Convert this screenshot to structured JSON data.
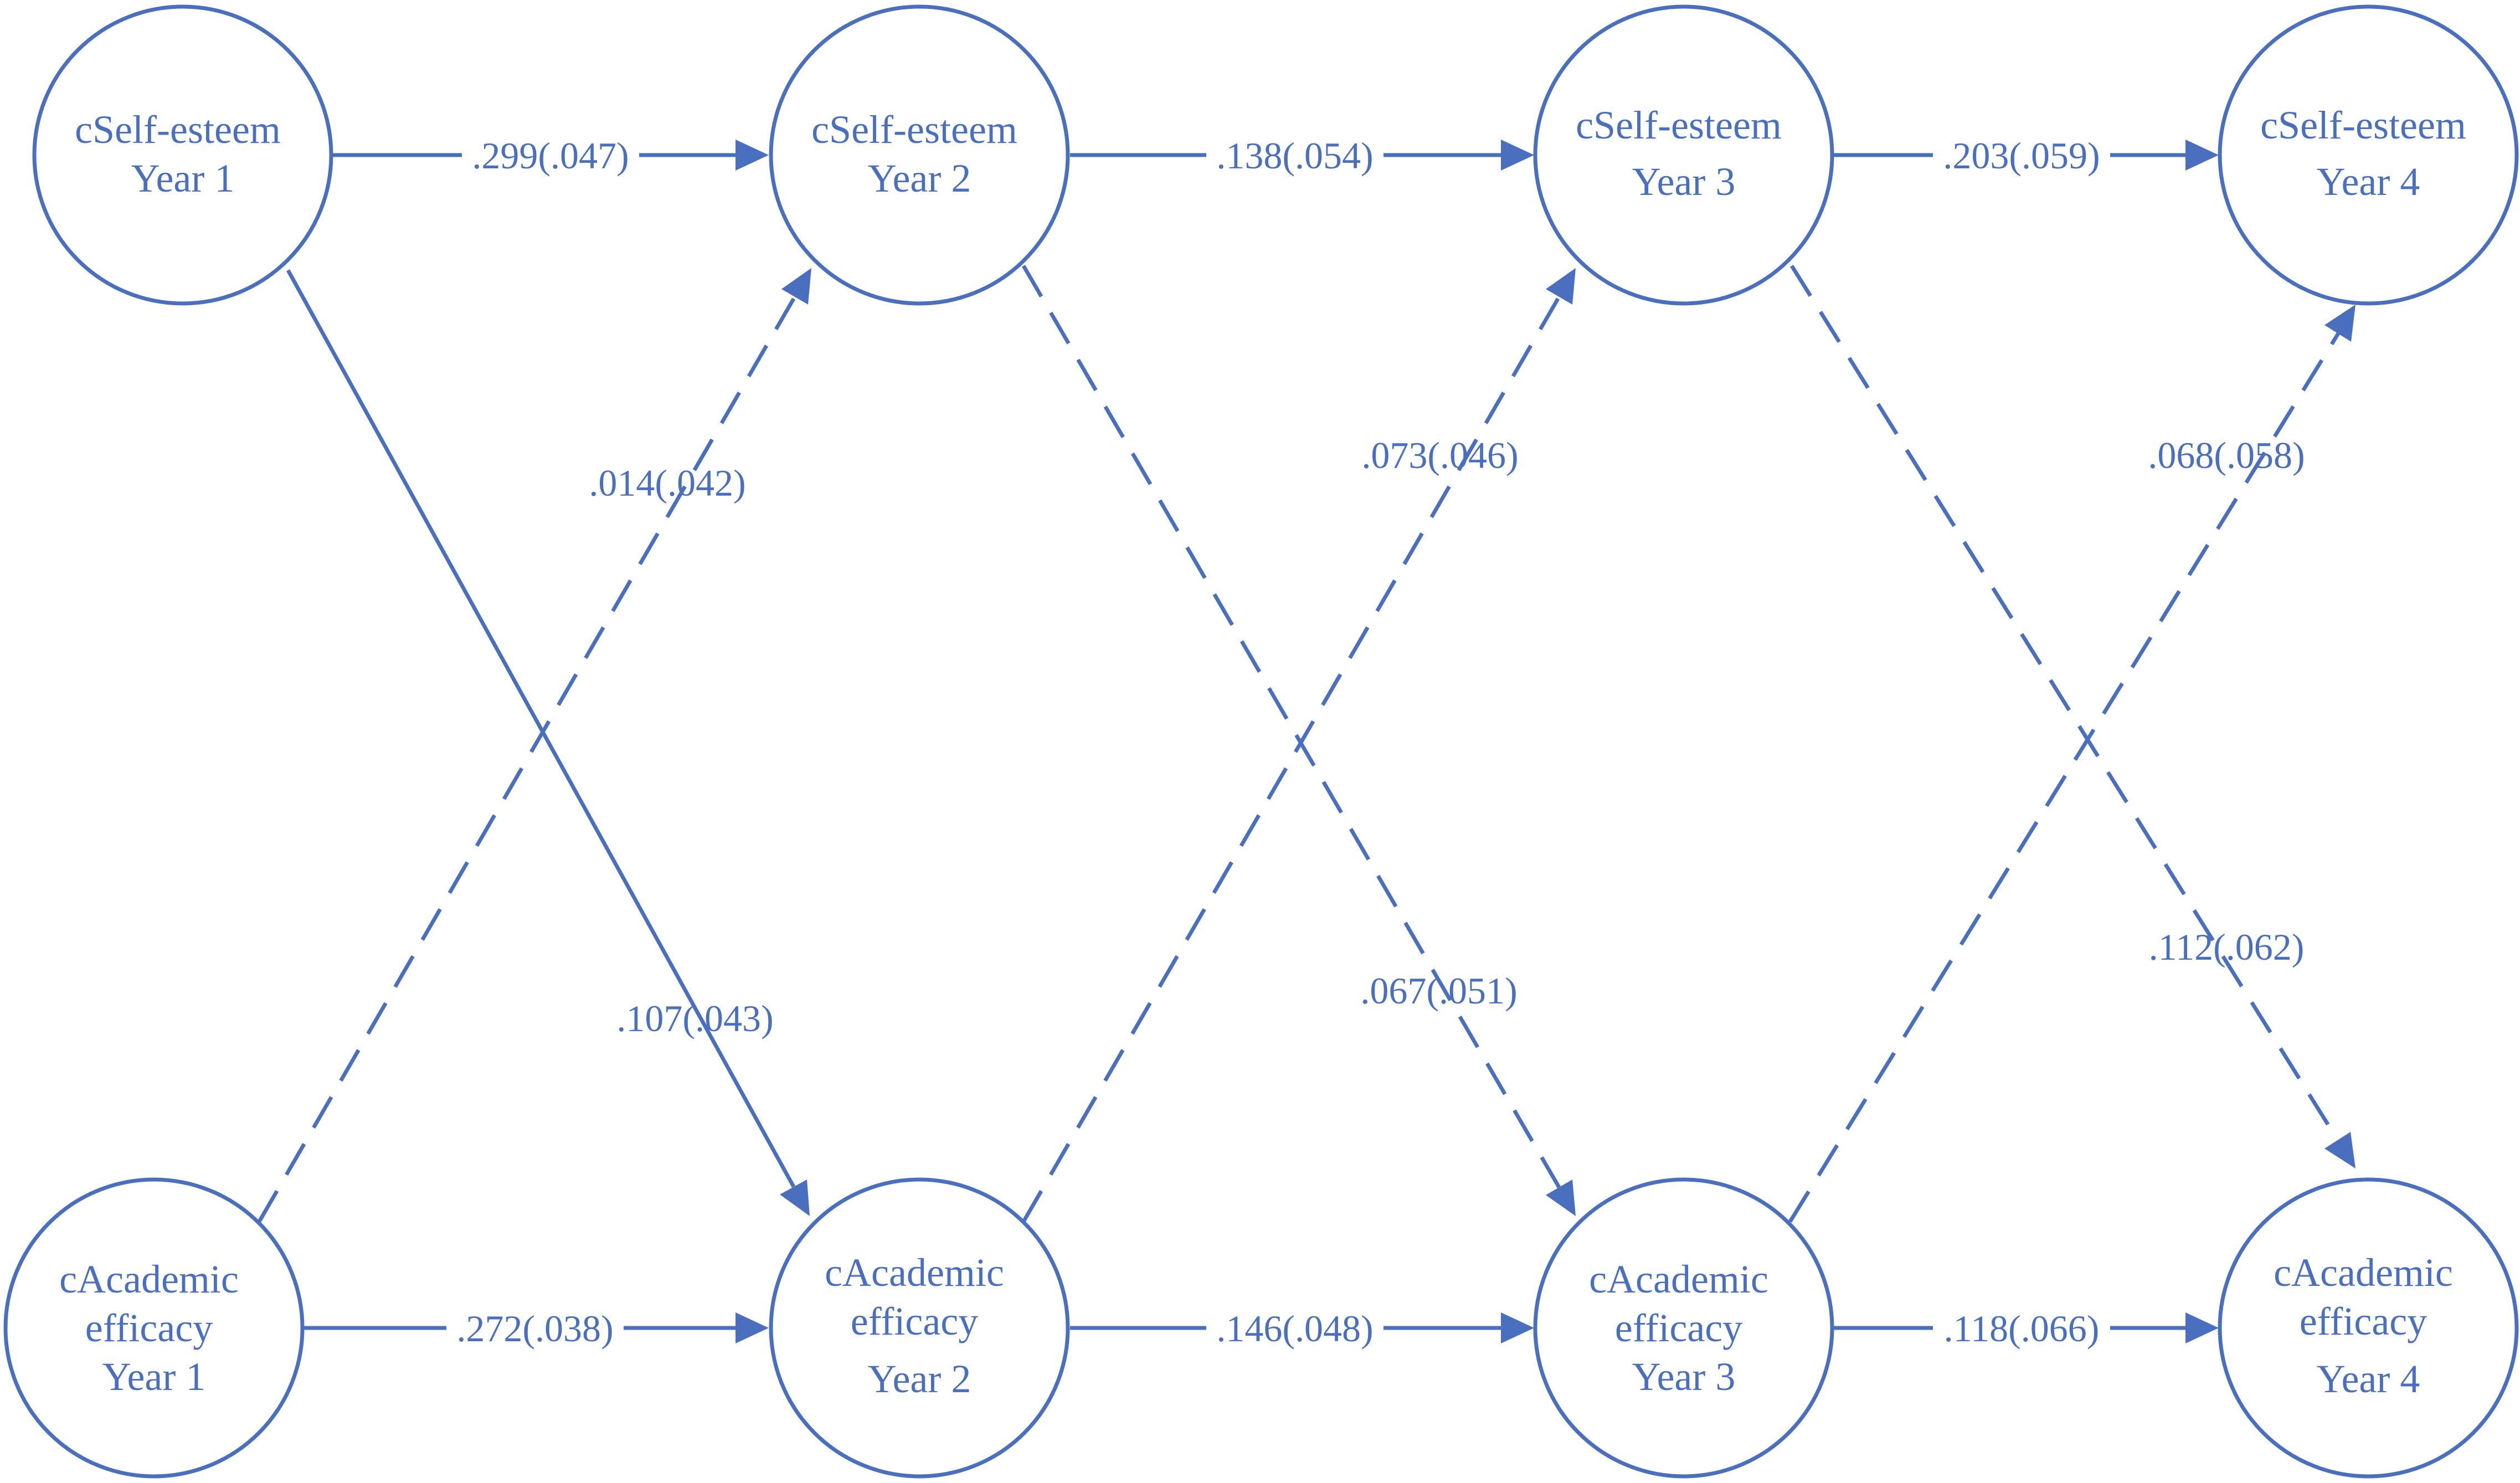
{
  "colors": {
    "stroke": "#4a6fbf",
    "background": "#ffffff"
  },
  "nodes": {
    "se1": {
      "lines": [
        "cSelf-esteem",
        "Year 1"
      ]
    },
    "se2": {
      "lines": [
        "cSelf-esteem",
        "Year 2"
      ]
    },
    "se3": {
      "lines": [
        "cSelf-esteem",
        "Year 3"
      ]
    },
    "se4": {
      "lines": [
        "cSelf-esteem",
        "Year 4"
      ]
    },
    "ae1": {
      "lines": [
        "cAcademic",
        "efficacy",
        "Year 1"
      ]
    },
    "ae2": {
      "lines": [
        "cAcademic",
        "efficacy",
        "Year 2"
      ]
    },
    "ae3": {
      "lines": [
        "cAcademic",
        "efficacy",
        "Year 3"
      ]
    },
    "ae4": {
      "lines": [
        "cAcademic",
        "efficacy",
        "Year 4"
      ]
    }
  },
  "edges": [
    {
      "id": "se1-se2",
      "from": "se1",
      "to": "se2",
      "label": ".299(.047)",
      "style": "solid"
    },
    {
      "id": "se2-se3",
      "from": "se2",
      "to": "se3",
      "label": ".138(.054)",
      "style": "solid"
    },
    {
      "id": "se3-se4",
      "from": "se3",
      "to": "se4",
      "label": ".203(.059)",
      "style": "solid"
    },
    {
      "id": "ae1-ae2",
      "from": "ae1",
      "to": "ae2",
      "label": ".272(.038)",
      "style": "solid"
    },
    {
      "id": "ae2-ae3",
      "from": "ae2",
      "to": "ae3",
      "label": ".146(.048)",
      "style": "solid"
    },
    {
      "id": "ae3-ae4",
      "from": "ae3",
      "to": "ae4",
      "label": ".118(.066)",
      "style": "solid"
    },
    {
      "id": "se1-ae2",
      "from": "se1",
      "to": "ae2",
      "label": ".107(.043)",
      "style": "solid"
    },
    {
      "id": "se2-ae3",
      "from": "se2",
      "to": "ae3",
      "label": ".067(.051)",
      "style": "dashed"
    },
    {
      "id": "se3-ae4",
      "from": "se3",
      "to": "ae4",
      "label": ".112(.062)",
      "style": "dashed"
    },
    {
      "id": "ae1-se2",
      "from": "ae1",
      "to": "se2",
      "label": ".014(.042)",
      "style": "dashed"
    },
    {
      "id": "ae2-se3",
      "from": "ae2",
      "to": "se3",
      "label": ".073(.046)",
      "style": "dashed"
    },
    {
      "id": "ae3-se4",
      "from": "ae3",
      "to": "se4",
      "label": ".068(.058)",
      "style": "dashed"
    }
  ]
}
